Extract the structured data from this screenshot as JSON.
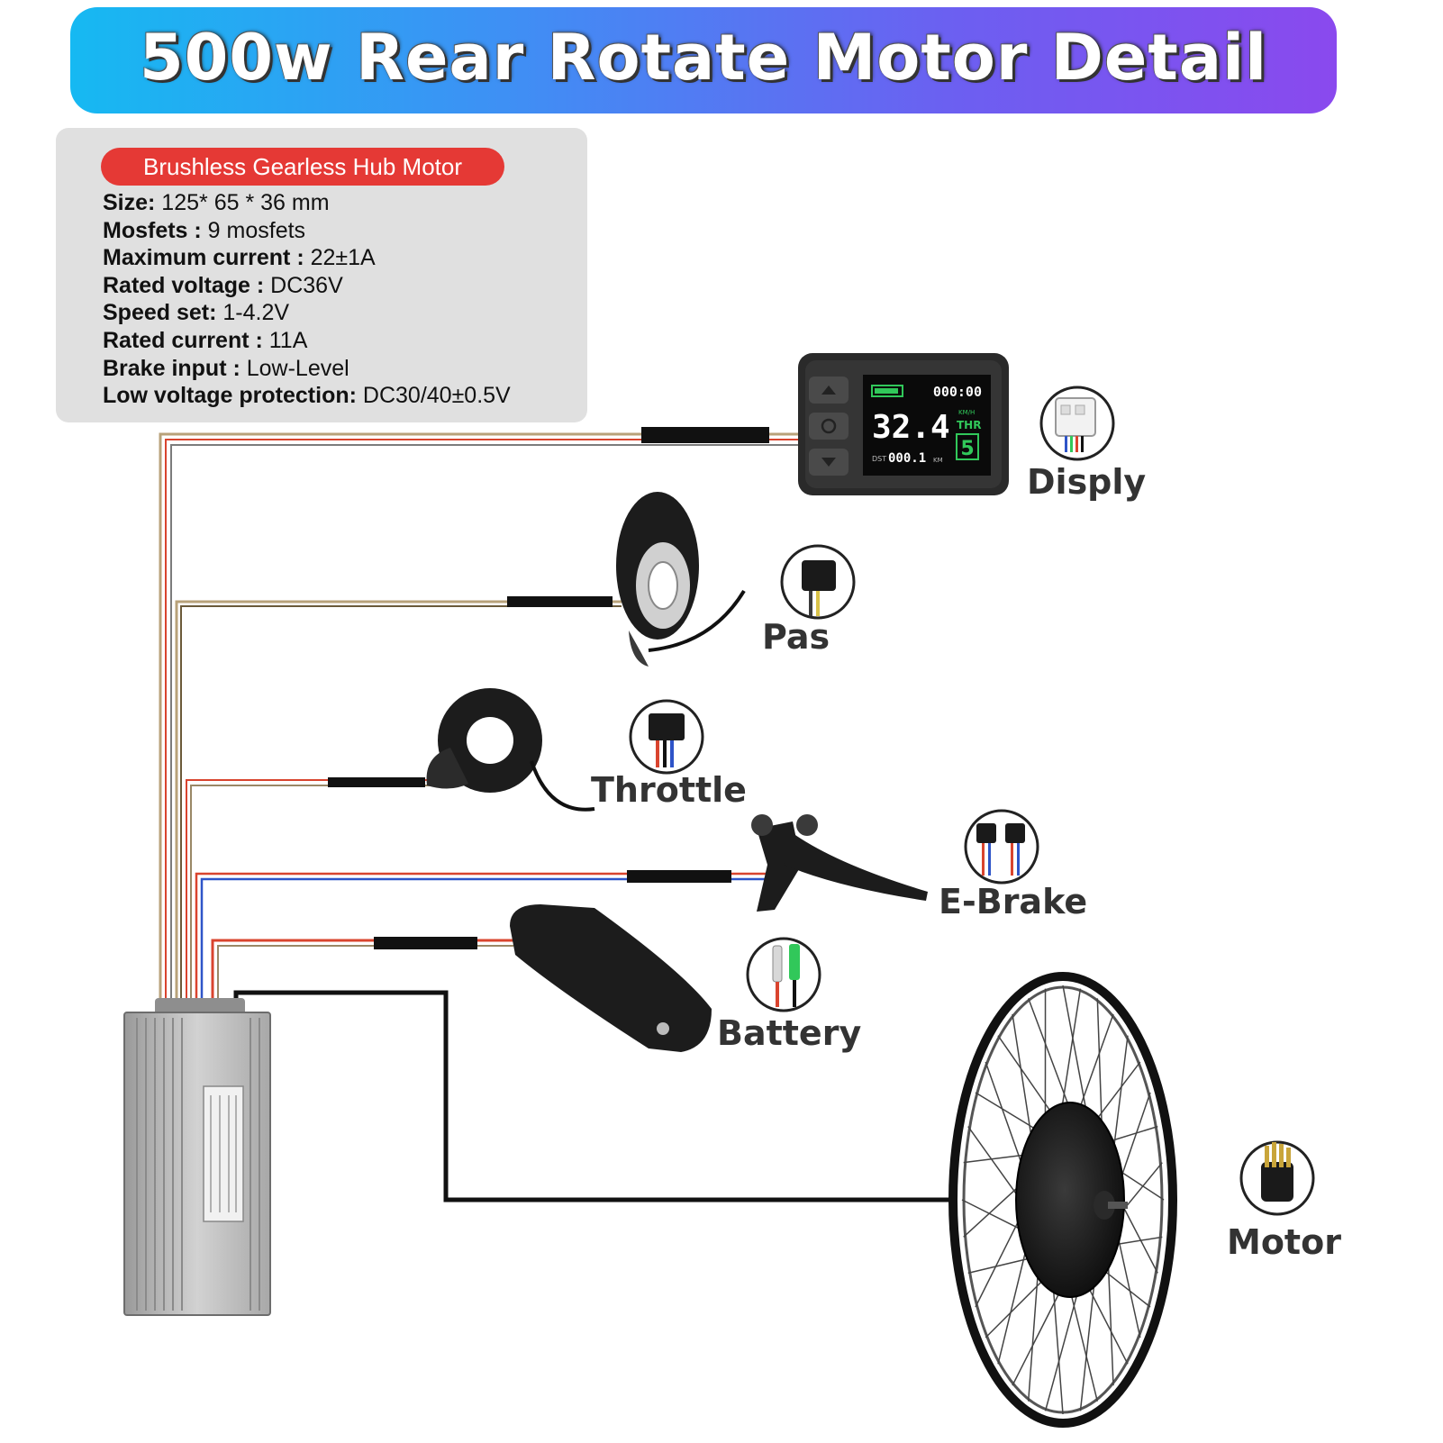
{
  "banner": {
    "title": "500w Rear Rotate Motor Detail"
  },
  "spec_card": {
    "badge": "Brushless Gearless Hub Motor",
    "rows": [
      {
        "key": "Size:",
        "value": " 125* 65 * 36 mm"
      },
      {
        "key": "Mosfets :",
        "value": " 9 mosfets"
      },
      {
        "key": "Maximum current :",
        "value": " 22±1A"
      },
      {
        "key": "Rated voltage :",
        "value": " DC36V"
      },
      {
        "key": "Speed set:",
        "value": " 1-4.2V"
      },
      {
        "key": "Rated current :",
        "value": " 11A"
      },
      {
        "key": "Brake input :",
        "value": " Low-Level"
      },
      {
        "key": "Low voltage protection:",
        "value": " DC30/40±0.5V"
      }
    ]
  },
  "display_screen": {
    "clock": "000:00",
    "speed": "32.4",
    "speed_unit": "KM/H",
    "mode": "THR",
    "level": "5",
    "dst_label": "DST",
    "distance": "000.1",
    "distance_unit": "KM"
  },
  "components": {
    "display": "Disply",
    "pas": "Pas",
    "throttle": "Throttle",
    "ebrake": "E-Brake",
    "battery": "Battery",
    "motor": "Motor"
  },
  "colors": {
    "banner_start": "#16b9f2",
    "banner_end": "#8a49ee",
    "badge": "#e53935",
    "card": "#e0e0e0",
    "wire_red": "#d9442e",
    "wire_blue": "#2e54c8",
    "wire_black": "#111111",
    "screen_green": "#31c85a"
  }
}
